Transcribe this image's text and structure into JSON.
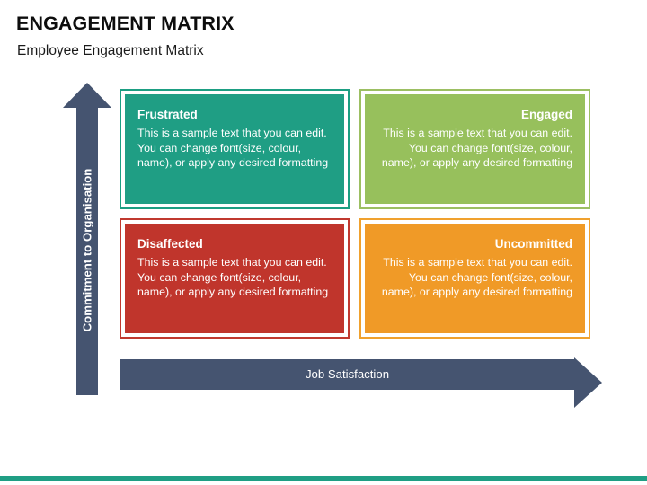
{
  "header": {
    "title": "ENGAGEMENT MATRIX",
    "subtitle": "Employee Engagement Matrix"
  },
  "axes": {
    "y_label": "Commitment to Organisation",
    "x_label": "Job Satisfaction",
    "arrow_color": "#455470"
  },
  "quadrants": [
    {
      "id": "frustrated",
      "title": "Frustrated",
      "body": "This is a sample text that you can edit. You can change font(size, colour, name), or apply any desired formatting",
      "fill": "#1f9e84",
      "border": "#1b9e82",
      "align": "left"
    },
    {
      "id": "engaged",
      "title": "Engaged",
      "body": "This is a sample text that you can edit. You can change font(size, colour, name), or apply any desired formatting",
      "fill": "#97c05c",
      "border": "#9cbf62",
      "align": "right"
    },
    {
      "id": "disaffected",
      "title": "Disaffected",
      "body": "This is a sample text that you can edit. You can change font(size, colour, name), or apply any desired formatting",
      "fill": "#c0352c",
      "border": "#c0392f",
      "align": "left"
    },
    {
      "id": "uncommitted",
      "title": "Uncommitted",
      "body": "This is a sample text that you can edit. You can change font(size, colour, name), or apply any desired formatting",
      "fill": "#f09a27",
      "border": "#f0a12e",
      "align": "right"
    }
  ],
  "footer": {
    "accent_color": "#1f9e84"
  }
}
